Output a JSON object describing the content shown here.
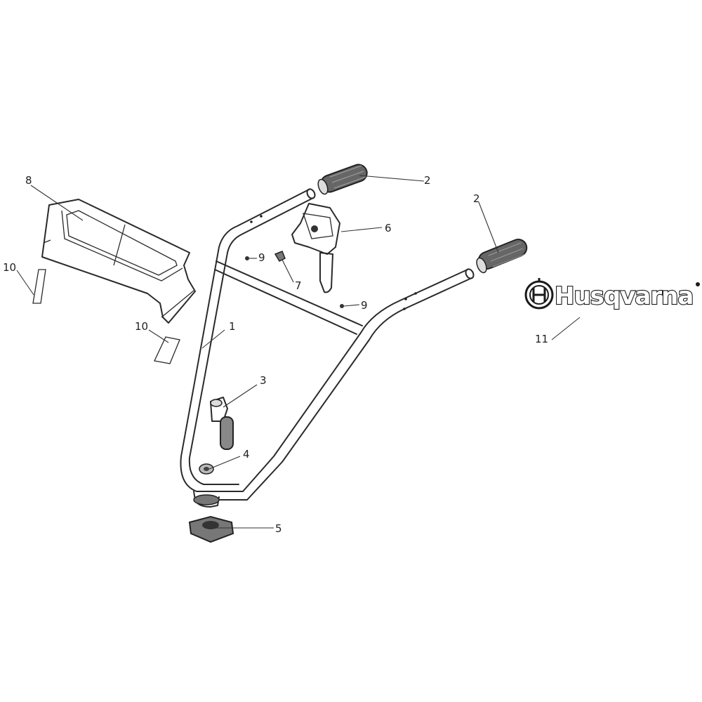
{
  "callouts": [
    {
      "id": "1",
      "label": "1"
    },
    {
      "id": "2a",
      "label": "2"
    },
    {
      "id": "2b",
      "label": "2"
    },
    {
      "id": "3",
      "label": "3"
    },
    {
      "id": "4",
      "label": "4"
    },
    {
      "id": "5",
      "label": "5"
    },
    {
      "id": "6",
      "label": "6"
    },
    {
      "id": "7",
      "label": "7"
    },
    {
      "id": "8",
      "label": "8"
    },
    {
      "id": "9a",
      "label": "9"
    },
    {
      "id": "9b",
      "label": "9"
    },
    {
      "id": "10a",
      "label": "10"
    },
    {
      "id": "10b",
      "label": "10"
    },
    {
      "id": "11",
      "label": "11"
    }
  ],
  "logo": {
    "text": "Husqvarna"
  },
  "colors": {
    "line": "#2a2a2a",
    "background": "#ffffff",
    "grip": "#555555",
    "metal": "#8a8a8a"
  }
}
